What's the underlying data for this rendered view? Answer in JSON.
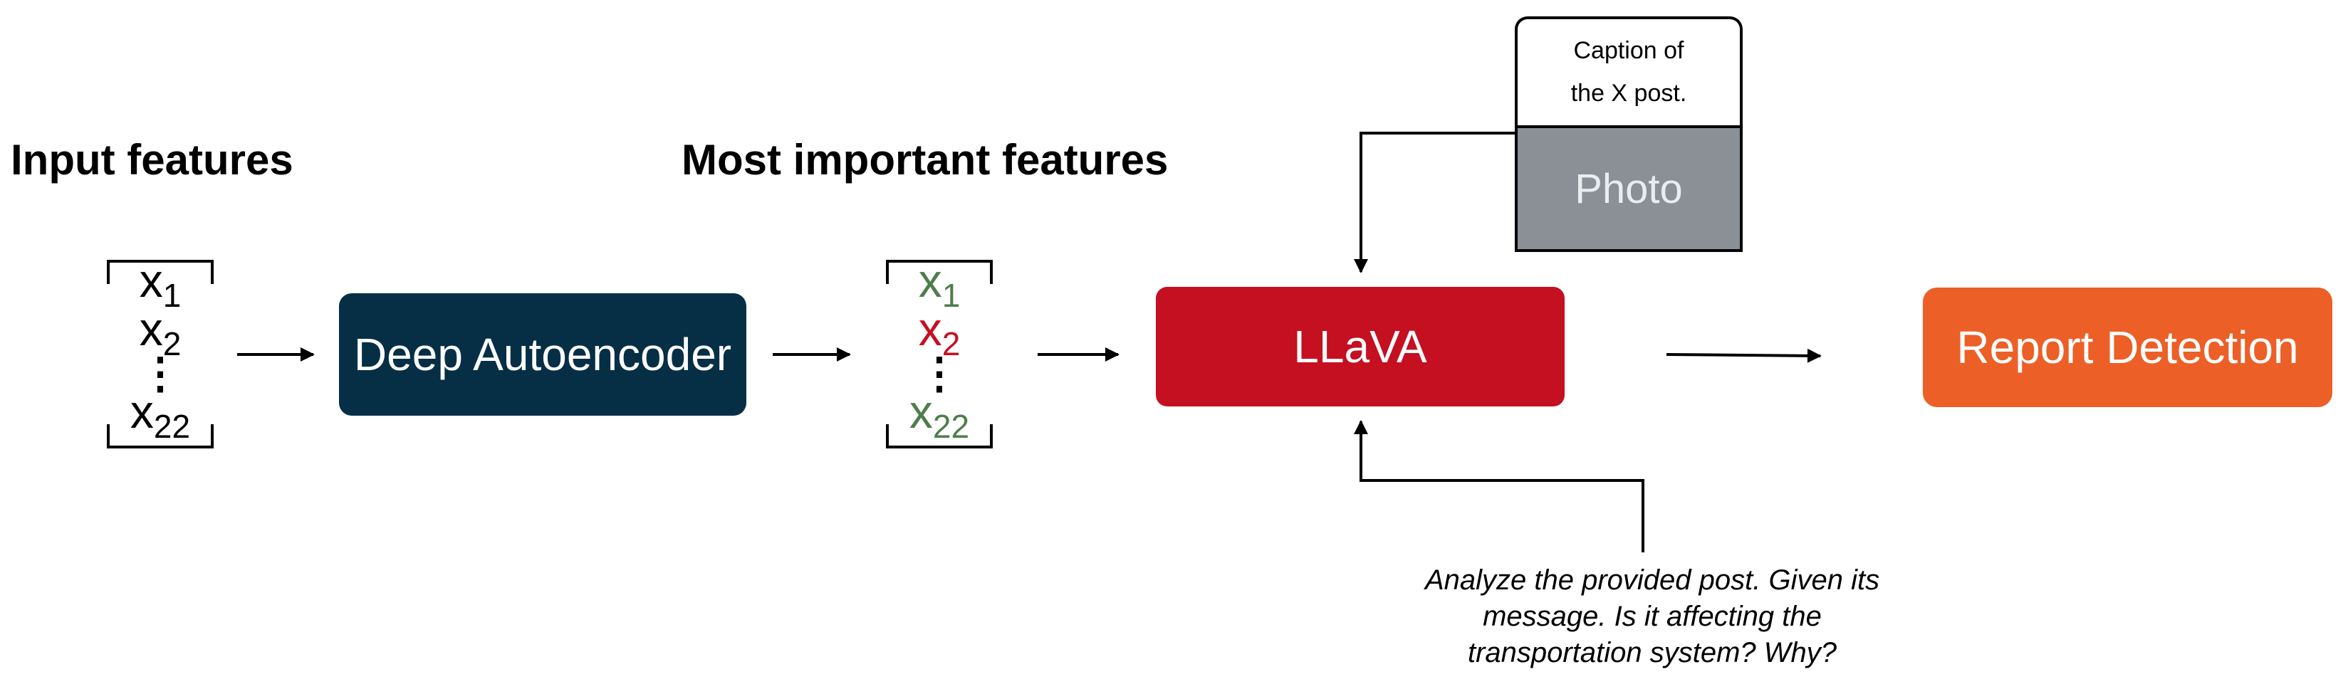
{
  "headings": {
    "input": "Input features",
    "important": "Most important features"
  },
  "input_vector": {
    "first": {
      "var": "x",
      "sub": "1"
    },
    "second": {
      "var": "x",
      "sub": "2"
    },
    "ellipsis": "⋮",
    "last": {
      "var": "x",
      "sub": "22"
    }
  },
  "important_vector": {
    "first": {
      "var": "x",
      "sub": "1"
    },
    "second": {
      "var": "x",
      "sub": "2"
    },
    "ellipsis": "⋮",
    "last": {
      "var": "x",
      "sub": "22"
    }
  },
  "nodes": {
    "autoencoder": "Deep Autoencoder",
    "llava": "LLaVA",
    "report": "Report Detection"
  },
  "post": {
    "caption_line1": "Caption of",
    "caption_line2": "the X post.",
    "photo": "Photo"
  },
  "prompt": {
    "line1": "Analyze the provided post. Given its",
    "line2": "message. Is it affecting the",
    "line3": "transportation system? Why?"
  },
  "colors": {
    "autoencoder": "#062f46",
    "llava": "#c41021",
    "report": "#ec5f26",
    "photo": "#8a9096",
    "selected_feature": "#4f7d4b",
    "dropped_feature": "#c41021"
  }
}
